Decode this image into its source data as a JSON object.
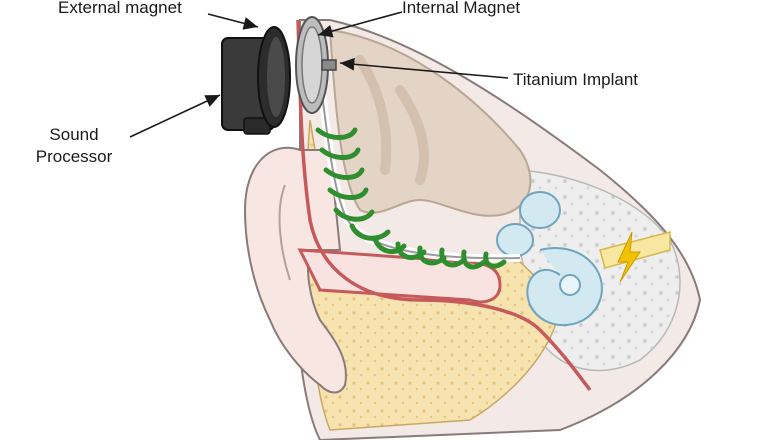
{
  "labels": {
    "external_magnet": "External magnet",
    "internal_magnet": "Internal Magnet",
    "titanium_implant": "Titanium Implant",
    "sound_processor_line1": "Sound",
    "sound_processor_line2": "Processor"
  },
  "colors": {
    "skin": "#f5e6e1",
    "skin_outline": "#8a7a7a",
    "bone": "#f7e3b0",
    "bone_dots": "#e8c98a",
    "skull": "#e8d9cc",
    "canal_red": "#c65a5a",
    "coil_green": "#2f8f2f",
    "cochlea_blue": "#cfe6ef",
    "nerve_yellow": "#f2c200",
    "processor": "#3a3a3a"
  }
}
